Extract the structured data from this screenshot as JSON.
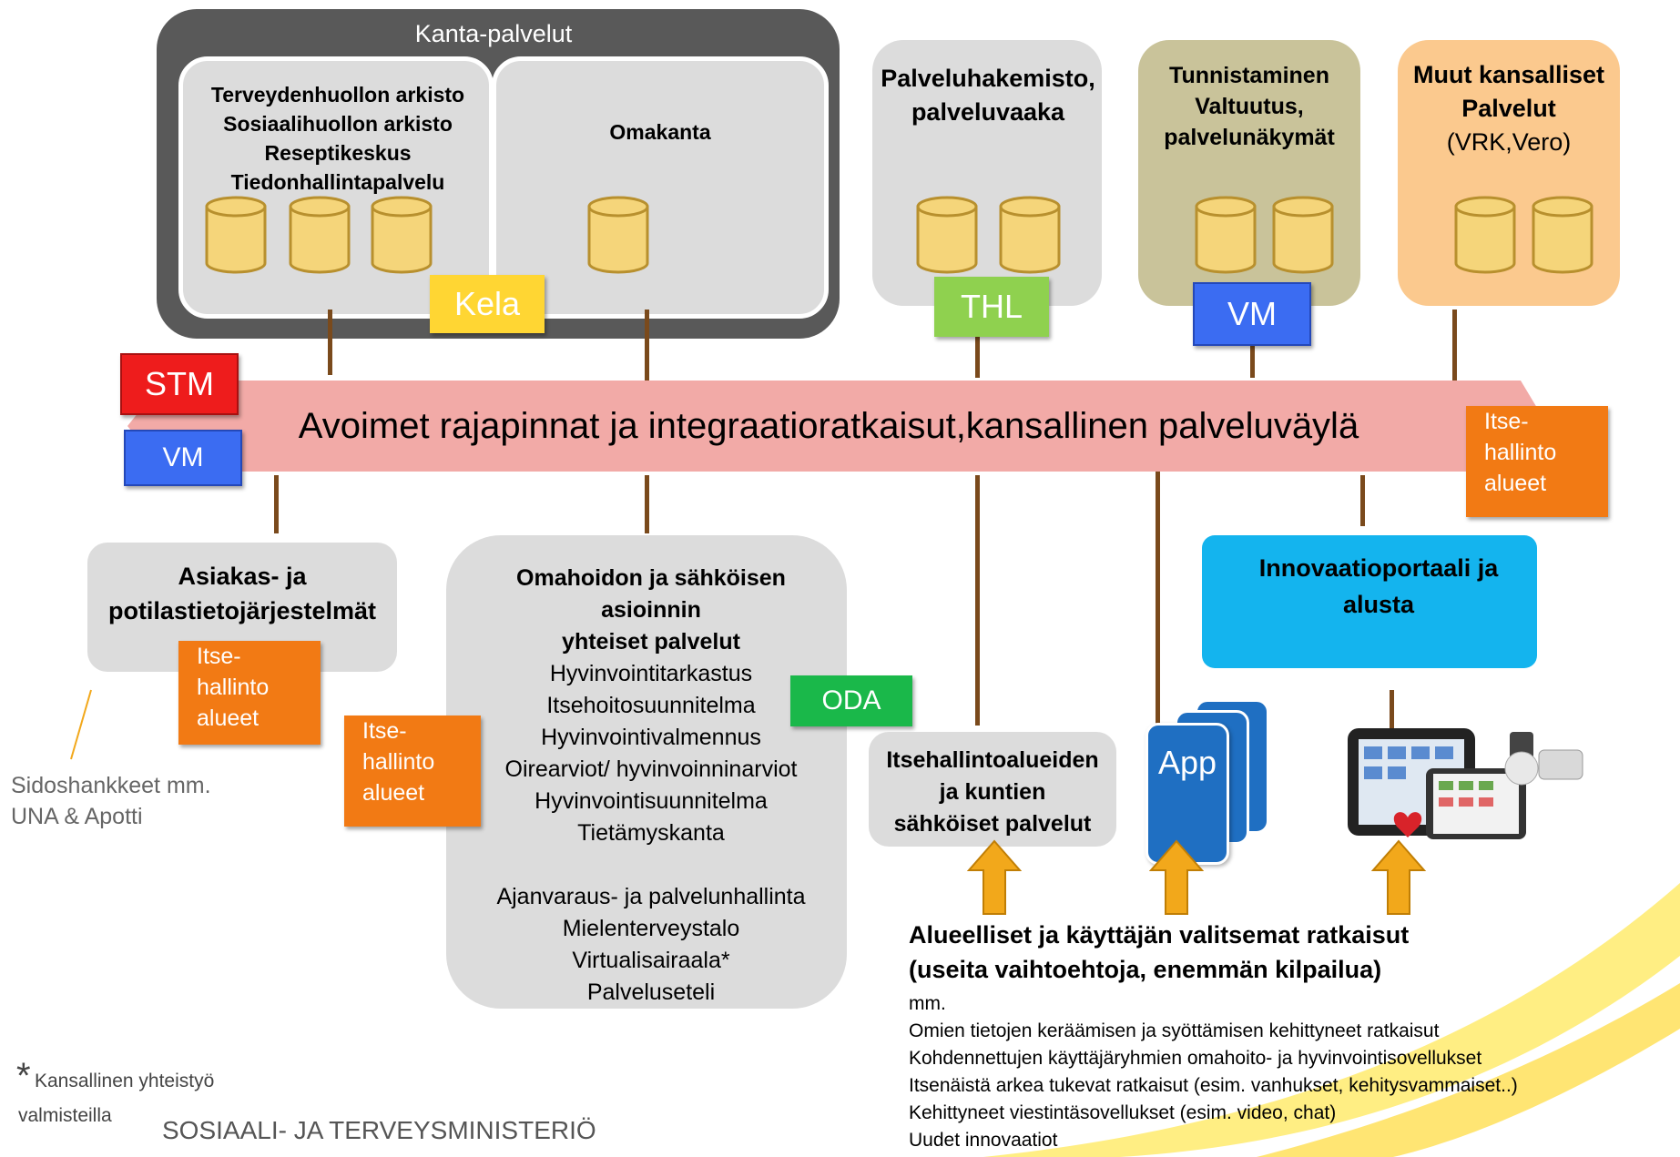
{
  "kanta": {
    "title": "Kanta-palvelut",
    "left_lines": [
      "Terveydenhuollon arkisto",
      "Sosiaalihuollon arkisto",
      "Reseptikeskus",
      "Tiedonhallintapalvelu"
    ],
    "right_title": "Omakanta",
    "tag": "Kela"
  },
  "palveluhakemisto": {
    "lines": [
      "Palveluhakemisto,",
      "palveluvaaka"
    ],
    "tag": "THL"
  },
  "tunnistaminen": {
    "lines": [
      "Tunnistaminen",
      "Valtuutus,",
      "palvelunäkymät"
    ],
    "tag": "VM"
  },
  "muut": {
    "lines": [
      "Muut kansalliset",
      "Palvelut"
    ],
    "sub": "(VRK,Vero)"
  },
  "bus": {
    "label": "Avoimet rajapinnat ja integraatioratkaisut,kansallinen palveluväylä",
    "tag_stm": "STM",
    "tag_vm": "VM",
    "tag_right": [
      "Itse-",
      "hallinto",
      "alueet"
    ]
  },
  "asiakas": {
    "lines": [
      "Asiakas- ja",
      "potilastietojärjestelmät"
    ],
    "tag": [
      "Itse-",
      "hallinto",
      "alueet"
    ]
  },
  "sidoshankkeet": [
    "Sidoshankkeet mm.",
    "UNA & Apotti"
  ],
  "omahoito": {
    "tag": [
      "Itse-",
      "hallinto",
      "alueet"
    ],
    "bold_lines": [
      "Omahoidon ja sähköisen",
      "asioinnin",
      "yhteiset palvelut"
    ],
    "lines_1": [
      "Hyvinvointitarkastus",
      "Itsehoitosuunnitelma",
      "Hyvinvointivalmennus",
      "Oirearviot/ hyvinvoinninarviot",
      "Hyvinvointisuunnitelma",
      "Tietämyskanta"
    ],
    "lines_2": [
      "Ajanvaraus- ja palvelunhallinta",
      "Mielenterveystalo",
      "Virtualisairaala*",
      "Palveluseteli"
    ],
    "oda_tag": "ODA"
  },
  "itsehallinto_services": {
    "lines": [
      "Itsehallintoalueiden",
      "ja kuntien",
      "sähköiset palvelut"
    ]
  },
  "app": {
    "label": "App"
  },
  "innovaatio": {
    "lines": [
      "Innovaatioportaali ja",
      "alusta"
    ]
  },
  "solutions": {
    "title_lines": [
      "Alueelliset ja käyttäjän valitsemat ratkaisut",
      "(useita vaihtoehtoja, enemmän kilpailua)"
    ],
    "lines": [
      "mm.",
      "Omien tietojen keräämisen ja syöttämisen kehittyneet ratkaisut",
      "Kohdennettujen käyttäjäryhmien omahoito- ja hyvinvointisovellukset",
      "Itsenäistä arkea tukevat ratkaisut (esim. vanhukset, kehitysvammaiset..)",
      "Kehittyneet viestintäsovellukset  (esim. video, chat)",
      "Uudet innovaatiot"
    ]
  },
  "footnote": {
    "star": "*",
    "line1": "Kansallinen yhteistyö",
    "line2": "valmisteilla"
  },
  "ministry": "SOSIAALI- JA TERVEYSMINISTERIÖ",
  "colors": {
    "dark_frame": "#595959",
    "gray_box": "#dcdcdc",
    "bus": "#f2aaa7",
    "kela": "#ffd633",
    "thl": "#8fd14f",
    "vm": "#3b6cf2",
    "stm": "#ee1c1c",
    "orange": "#f27a14",
    "oda": "#1ab84a",
    "innovaatio": "#14b4ee",
    "olive": "#c9c39a",
    "peach": "#fbc98e",
    "app": "#1f6fc2",
    "arrow": "#f2a81b",
    "connector": "#7a4a1c"
  }
}
